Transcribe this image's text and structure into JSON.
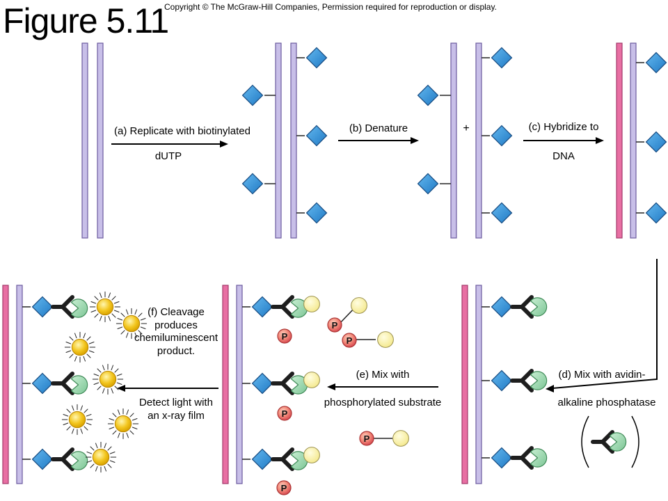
{
  "figure": {
    "title": "Figure 5.11",
    "copyright": "Copyright © The McGraw-Hill Companies, Permission required for reproduction or display."
  },
  "steps": {
    "a": {
      "line1": "(a) Replicate with biotinylated",
      "line2": "dUTP"
    },
    "b": {
      "line1": "(b) Denature"
    },
    "plus": "+",
    "c": {
      "line1": "(c) Hybridize to",
      "line2": "DNA"
    },
    "d": {
      "line1": "(d) Mix with avidin-",
      "line2": "alkaline phosphatase"
    },
    "e": {
      "line1": "(e) Mix with",
      "line2": "phosphorylated substrate"
    },
    "f": {
      "line1": "(f) Cleavage",
      "line2": "produces",
      "line3": "chemiluminescent",
      "line4": "product.",
      "line5": "Detect light with",
      "line6": "an x-ray film"
    }
  },
  "phosphate_label": "P",
  "colors": {
    "dna_strand": "#c8bfe8",
    "target_strand": "#e86fa3",
    "biotin": "#3a9ad9",
    "avidin": "#1e1e1e",
    "phosphatase": "#a9dcb5",
    "substrate": "#fbf3a8",
    "phosphate": "#e8606a",
    "light_product": "#f3c61f"
  }
}
